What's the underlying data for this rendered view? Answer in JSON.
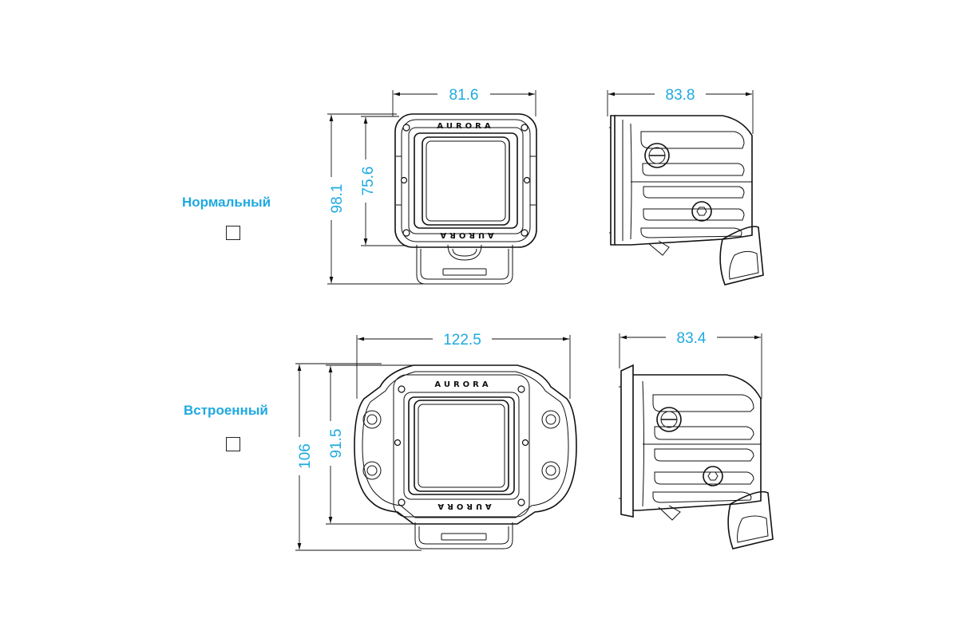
{
  "variants": {
    "normal": {
      "label": "Нормальный",
      "front": {
        "brand": "AURORA",
        "width": "81.6",
        "height_total": "98.1",
        "height_body": "75.6"
      },
      "side": {
        "depth": "83.8"
      }
    },
    "flush": {
      "label": "Встроенный",
      "front": {
        "brand": "AURORA",
        "width": "122.5",
        "height_total": "106",
        "height_body": "91.5"
      },
      "side": {
        "depth": "83.4"
      }
    }
  },
  "colors": {
    "accent": "#1fa9e1",
    "line": "#111111"
  }
}
